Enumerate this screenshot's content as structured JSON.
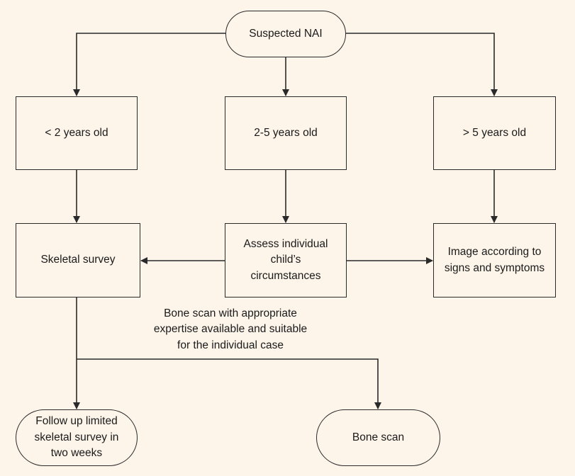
{
  "colors": {
    "background": "#fdf5ea",
    "stroke": "#2a2a2a",
    "text": "#1a1a1a"
  },
  "nodes": {
    "start": "Suspected NAI",
    "under2": "< 2 years old",
    "age2to5": "2-5 years old",
    "over5": "> 5 years old",
    "skeletal": "Skeletal survey",
    "assess": "Assess individual\nchild’s\ncircumstances",
    "image": "Image according to\nsigns and symptoms",
    "followup": "Follow up limited\nskeletal survey in\ntwo weeks",
    "bonescan": "Bone scan"
  },
  "edge_labels": {
    "bone_scan_condition": "Bone scan with appropriate\nexpertise available and suitable\nfor the individual case"
  }
}
